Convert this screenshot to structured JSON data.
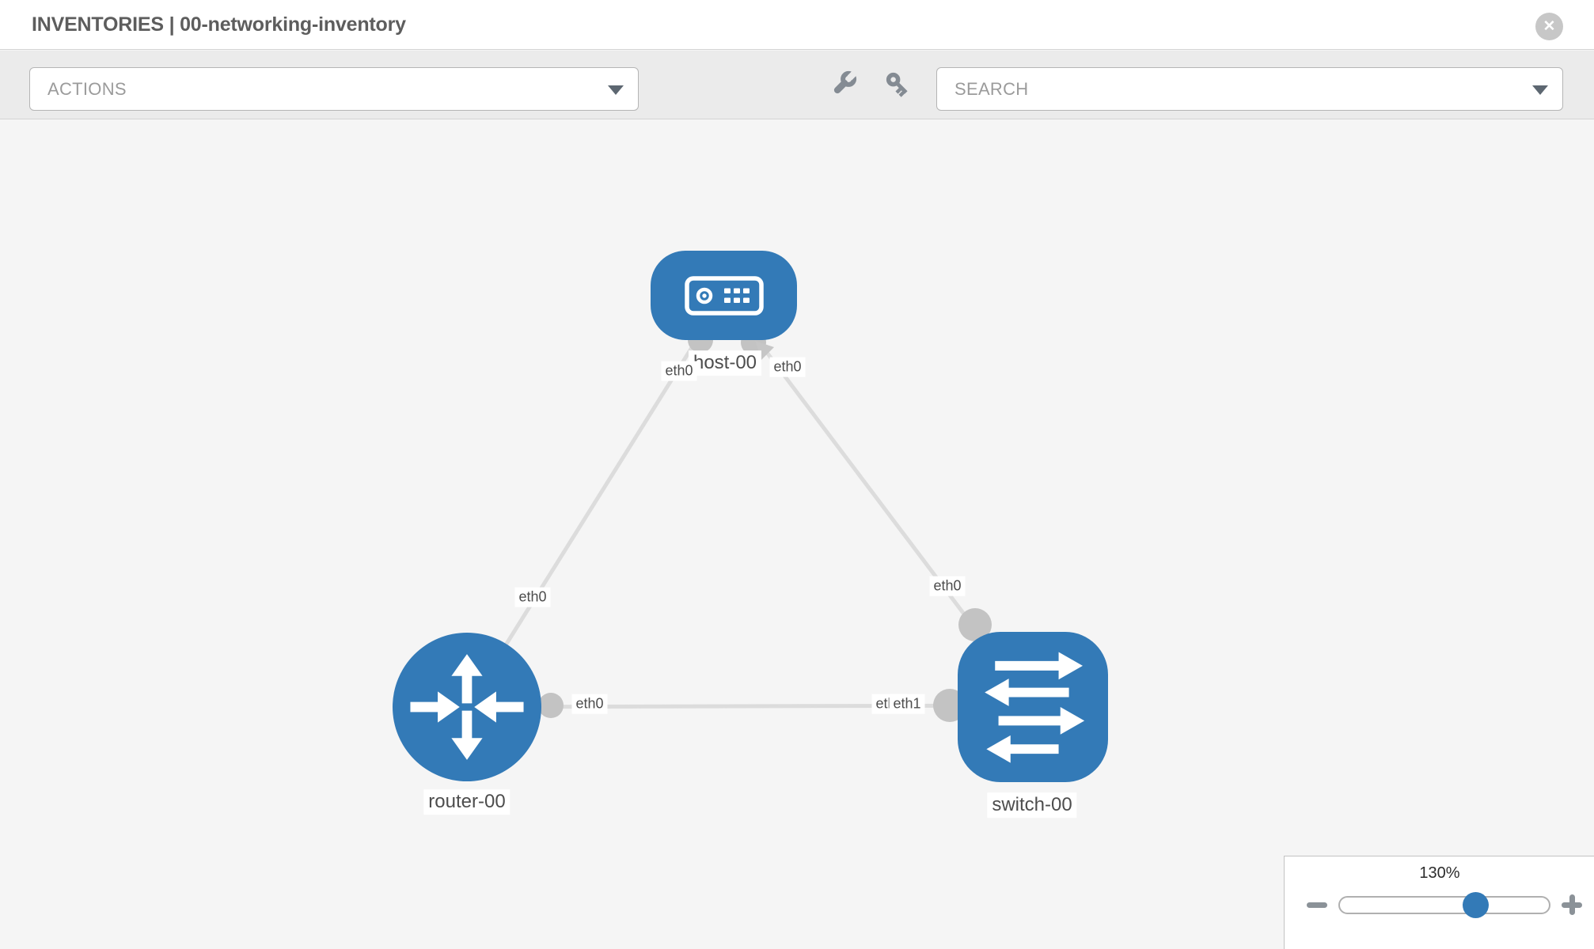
{
  "header": {
    "title": "INVENTORIES | 00-networking-inventory",
    "close_icon": "✕"
  },
  "toolbar": {
    "actions_label": "ACTIONS",
    "search_label": "SEARCH"
  },
  "canvas": {
    "nodes": {
      "host": {
        "label": "host-00",
        "type": "host"
      },
      "router": {
        "label": "router-00",
        "type": "router"
      },
      "switch": {
        "label": "switch-00",
        "type": "switch"
      }
    },
    "links": [
      {
        "from": "host-00",
        "to": "router-00",
        "from_interface": "eth0",
        "to_interface": "eth0"
      },
      {
        "from": "host-00",
        "to": "switch-00",
        "from_interface": "eth0",
        "to_interface": "eth0"
      },
      {
        "from": "router-00",
        "to": "switch-00",
        "from_interface": "eth0",
        "to_interface": "eth1"
      }
    ],
    "interface_labels": {
      "host_to_router": "eth0",
      "host_to_switch": "eth0",
      "router_to_host": "eth0",
      "switch_to_host": "eth0",
      "router_to_switch": "eth0",
      "switch_to_router_hidden": "eth0",
      "switch_to_router": "eth1"
    }
  },
  "zoom_control": {
    "level": "130%"
  },
  "colors": {
    "node_fill": "#337ab7",
    "link": "#dcdcdc",
    "endpoint": "#c3c3c3",
    "label_text": "#4d4d4d",
    "accent": "#337ab7"
  }
}
